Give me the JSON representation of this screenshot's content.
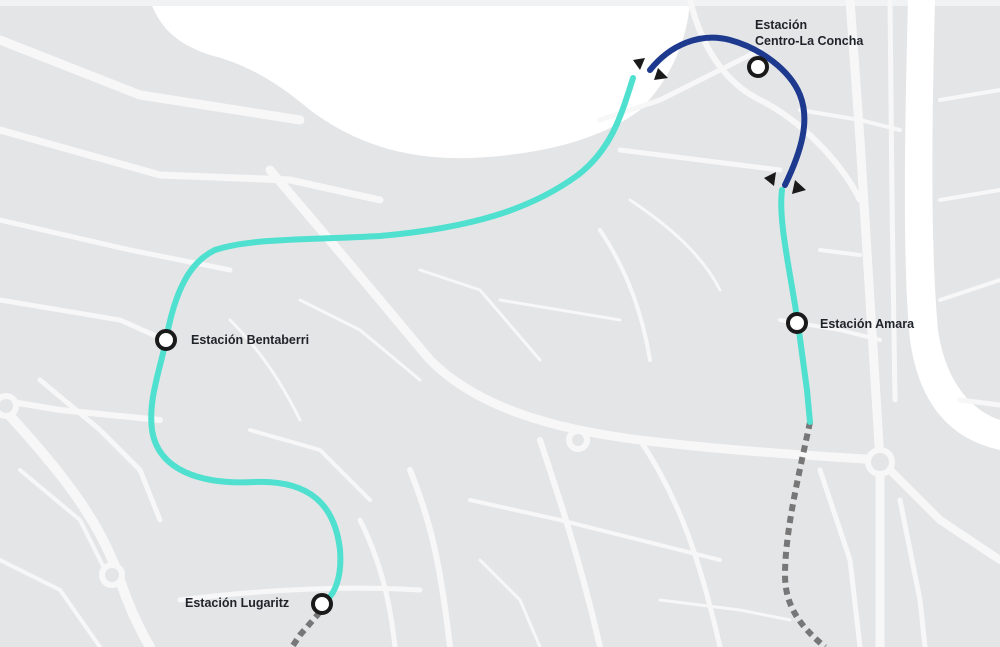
{
  "map": {
    "colors": {
      "background": "#e4e5e7",
      "water": "#ffffff",
      "roads": "#f7f7f8",
      "line_existing": "#4fe0cf",
      "line_new": "#1d3a8f",
      "line_planned": "#777777",
      "station_fill": "#ffffff",
      "station_stroke": "#1a1a1a"
    },
    "stations": [
      {
        "id": "bentaberri",
        "name": "Estación Bentaberri"
      },
      {
        "id": "lugaritz",
        "name": "Estación Lugaritz"
      },
      {
        "id": "amara",
        "name": "Estación Amara"
      },
      {
        "id": "centro",
        "name_line1": "Estación",
        "name_line2": "Centro-La Concha"
      }
    ],
    "line_segments": [
      {
        "id": "existing-route",
        "color_key": "line_existing"
      },
      {
        "id": "new-section",
        "color_key": "line_new"
      },
      {
        "id": "planned-extension",
        "color_key": "line_planned",
        "style": "dashed"
      }
    ],
    "icons": [
      "direction-arrow-icon",
      "station-marker-icon"
    ]
  }
}
